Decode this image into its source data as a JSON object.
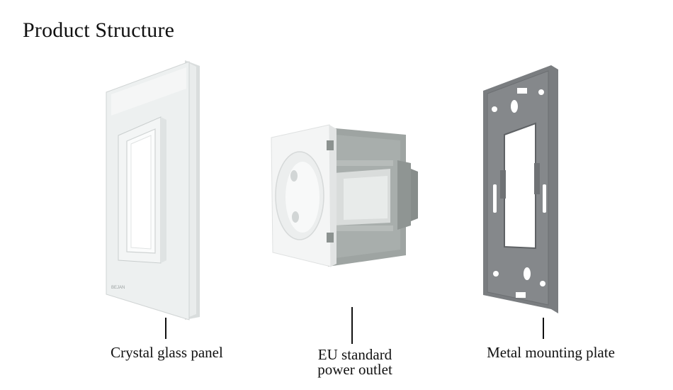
{
  "title": "Product Structure",
  "brand_mark": "BEJAN",
  "products": [
    {
      "id": "glass-panel",
      "caption": [
        "Crystal glass panel"
      ]
    },
    {
      "id": "power-outlet",
      "caption": [
        "EU standard",
        "power outlet"
      ]
    },
    {
      "id": "mounting-plate",
      "caption": [
        "Metal mounting plate"
      ]
    }
  ],
  "colors": {
    "glass": "#eef0f0",
    "outlet_white": "#f7f7f7",
    "outlet_gray": "#9da3a1",
    "metal": "#7e8184"
  }
}
